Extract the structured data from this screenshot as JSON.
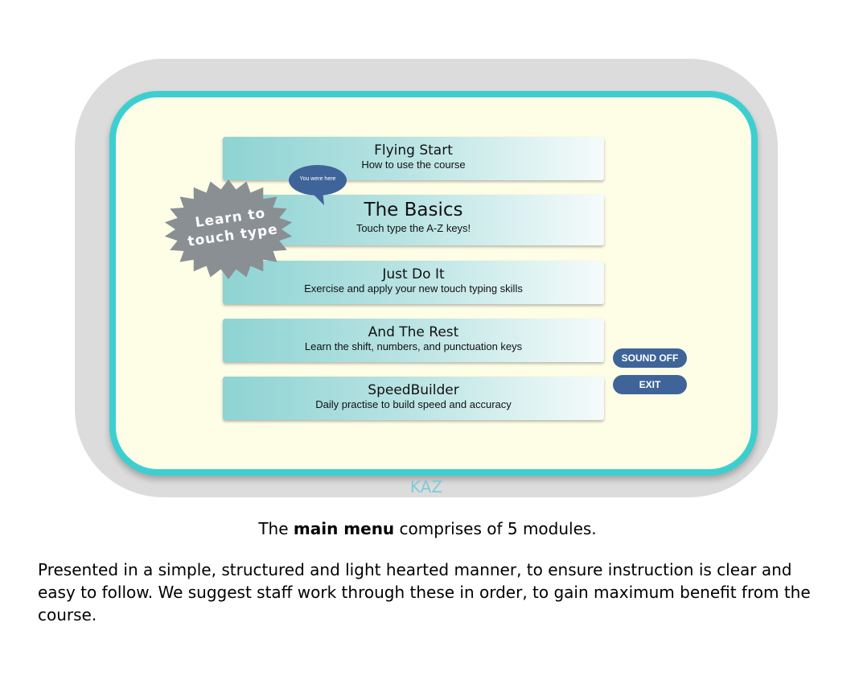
{
  "app": {
    "brand_label": "KAZ"
  },
  "menu": {
    "modules": [
      {
        "title": "Flying Start",
        "description": "How to use the course"
      },
      {
        "title": "The Basics",
        "description": "Touch type the A-Z keys!"
      },
      {
        "title": "Just Do It",
        "description": "Exercise and apply your new touch typing skills"
      },
      {
        "title": "And The Rest",
        "description": "Learn the shift, numbers, and punctuation keys"
      },
      {
        "title": "SpeedBuilder",
        "description": "Daily practise to build speed and accuracy"
      }
    ],
    "you_were_here": "You were here",
    "badge": {
      "line1": "Learn to",
      "line2": "touch type"
    }
  },
  "controls": {
    "sound_label": "SOUND OFF",
    "exit_label": "EXIT"
  },
  "caption": {
    "before": "The ",
    "bold": "main menu",
    "after": " comprises of 5 modules."
  },
  "paragraph": "Presented in a simple, structured and light hearted manner, to ensure instruction is clear and easy to follow. We suggest staff work through these in order, to gain maximum benefit from the course.",
  "colors": {
    "frame": "#dcdcdc",
    "screen_border": "#3dcfd0",
    "screen_bg": "#fefde6",
    "button_bg": "#3e6499",
    "badge": "#8a8f94",
    "bubble": "#3e6499"
  }
}
